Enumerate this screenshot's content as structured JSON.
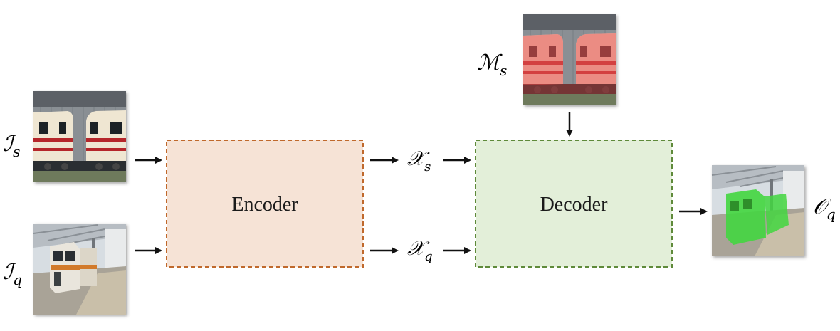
{
  "encoder": {
    "label": "Encoder",
    "fill": "#f6e3d6",
    "stroke": "#c0692c"
  },
  "decoder": {
    "label": "Decoder",
    "fill": "#e3efd9",
    "stroke": "#5f8a3a"
  },
  "labels": {
    "support_image": {
      "base": "I",
      "sub": "s"
    },
    "query_image": {
      "base": "I",
      "sub": "q"
    },
    "support_mask": {
      "base": "M",
      "sub": "s"
    },
    "support_feature": {
      "base": "X",
      "sub": "s"
    },
    "query_feature": {
      "base": "X",
      "sub": "q"
    },
    "output": {
      "base": "O",
      "sub": "q"
    }
  },
  "colors": {
    "mask_overlay": "#e8504f",
    "prediction_overlay": "#43d63f",
    "arrow": "#111111"
  },
  "images": {
    "support": "support-train-photo",
    "query": "query-train-photo",
    "mask": "support-mask-photo",
    "output": "segmented-query-photo"
  }
}
